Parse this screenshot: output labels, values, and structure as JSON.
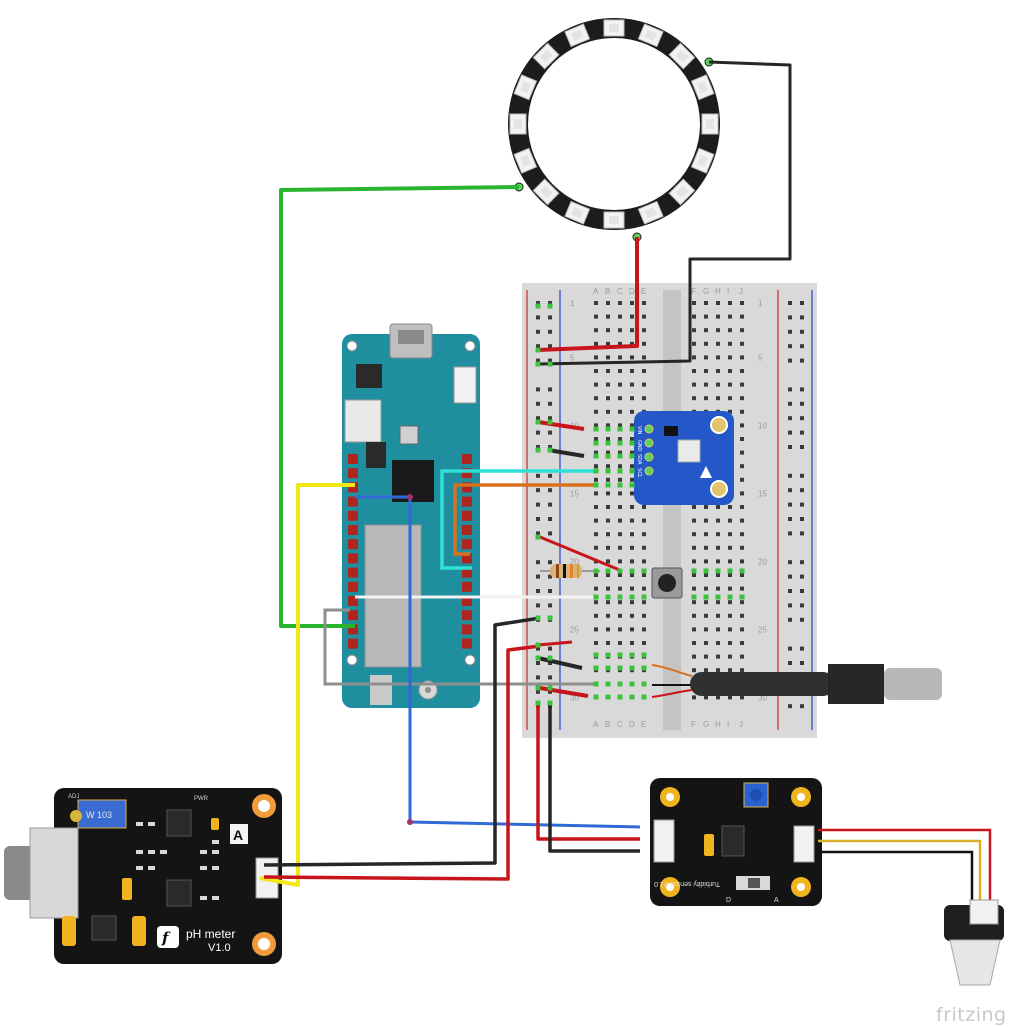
{
  "watermark": "fritzing",
  "breadboard": {
    "column_letters": [
      "A",
      "B",
      "C",
      "D",
      "E",
      "F",
      "G",
      "H",
      "I",
      "J"
    ],
    "row_numbers": [
      "1",
      "5",
      "10",
      "15",
      "20",
      "25",
      "30"
    ]
  },
  "ph_meter": {
    "title": "pH meter",
    "version": "V1.0",
    "channel_label": "A",
    "pot_label": "W 103",
    "adj_label": "ADJ",
    "pwr_label": "PWR"
  },
  "turbidity_board": {
    "label": "Turbidity sensor V1.0",
    "switch_labels": [
      "D",
      "A"
    ]
  },
  "accel_board": {
    "pin_labels": [
      "VIN",
      "GND",
      "SDA",
      "SCL"
    ]
  },
  "colors": {
    "wire_red": "#c8141b",
    "wire_black": "#262626",
    "wire_green": "#27b52d",
    "wire_yellow": "#f2e816",
    "wire_blue": "#2f6ad6",
    "wire_cyan": "#2ee0d6",
    "wire_orange": "#d8701f",
    "wire_gray": "#8e8e8e",
    "board_teal": "#1f8fa0",
    "board_black": "#141414",
    "accel_blue": "#2457c7"
  },
  "icons": {
    "ph_logo": "df-logo-icon",
    "ph_mounting_holes": "gold-ring-icon",
    "temp_probe": "steel-probe-icon"
  }
}
